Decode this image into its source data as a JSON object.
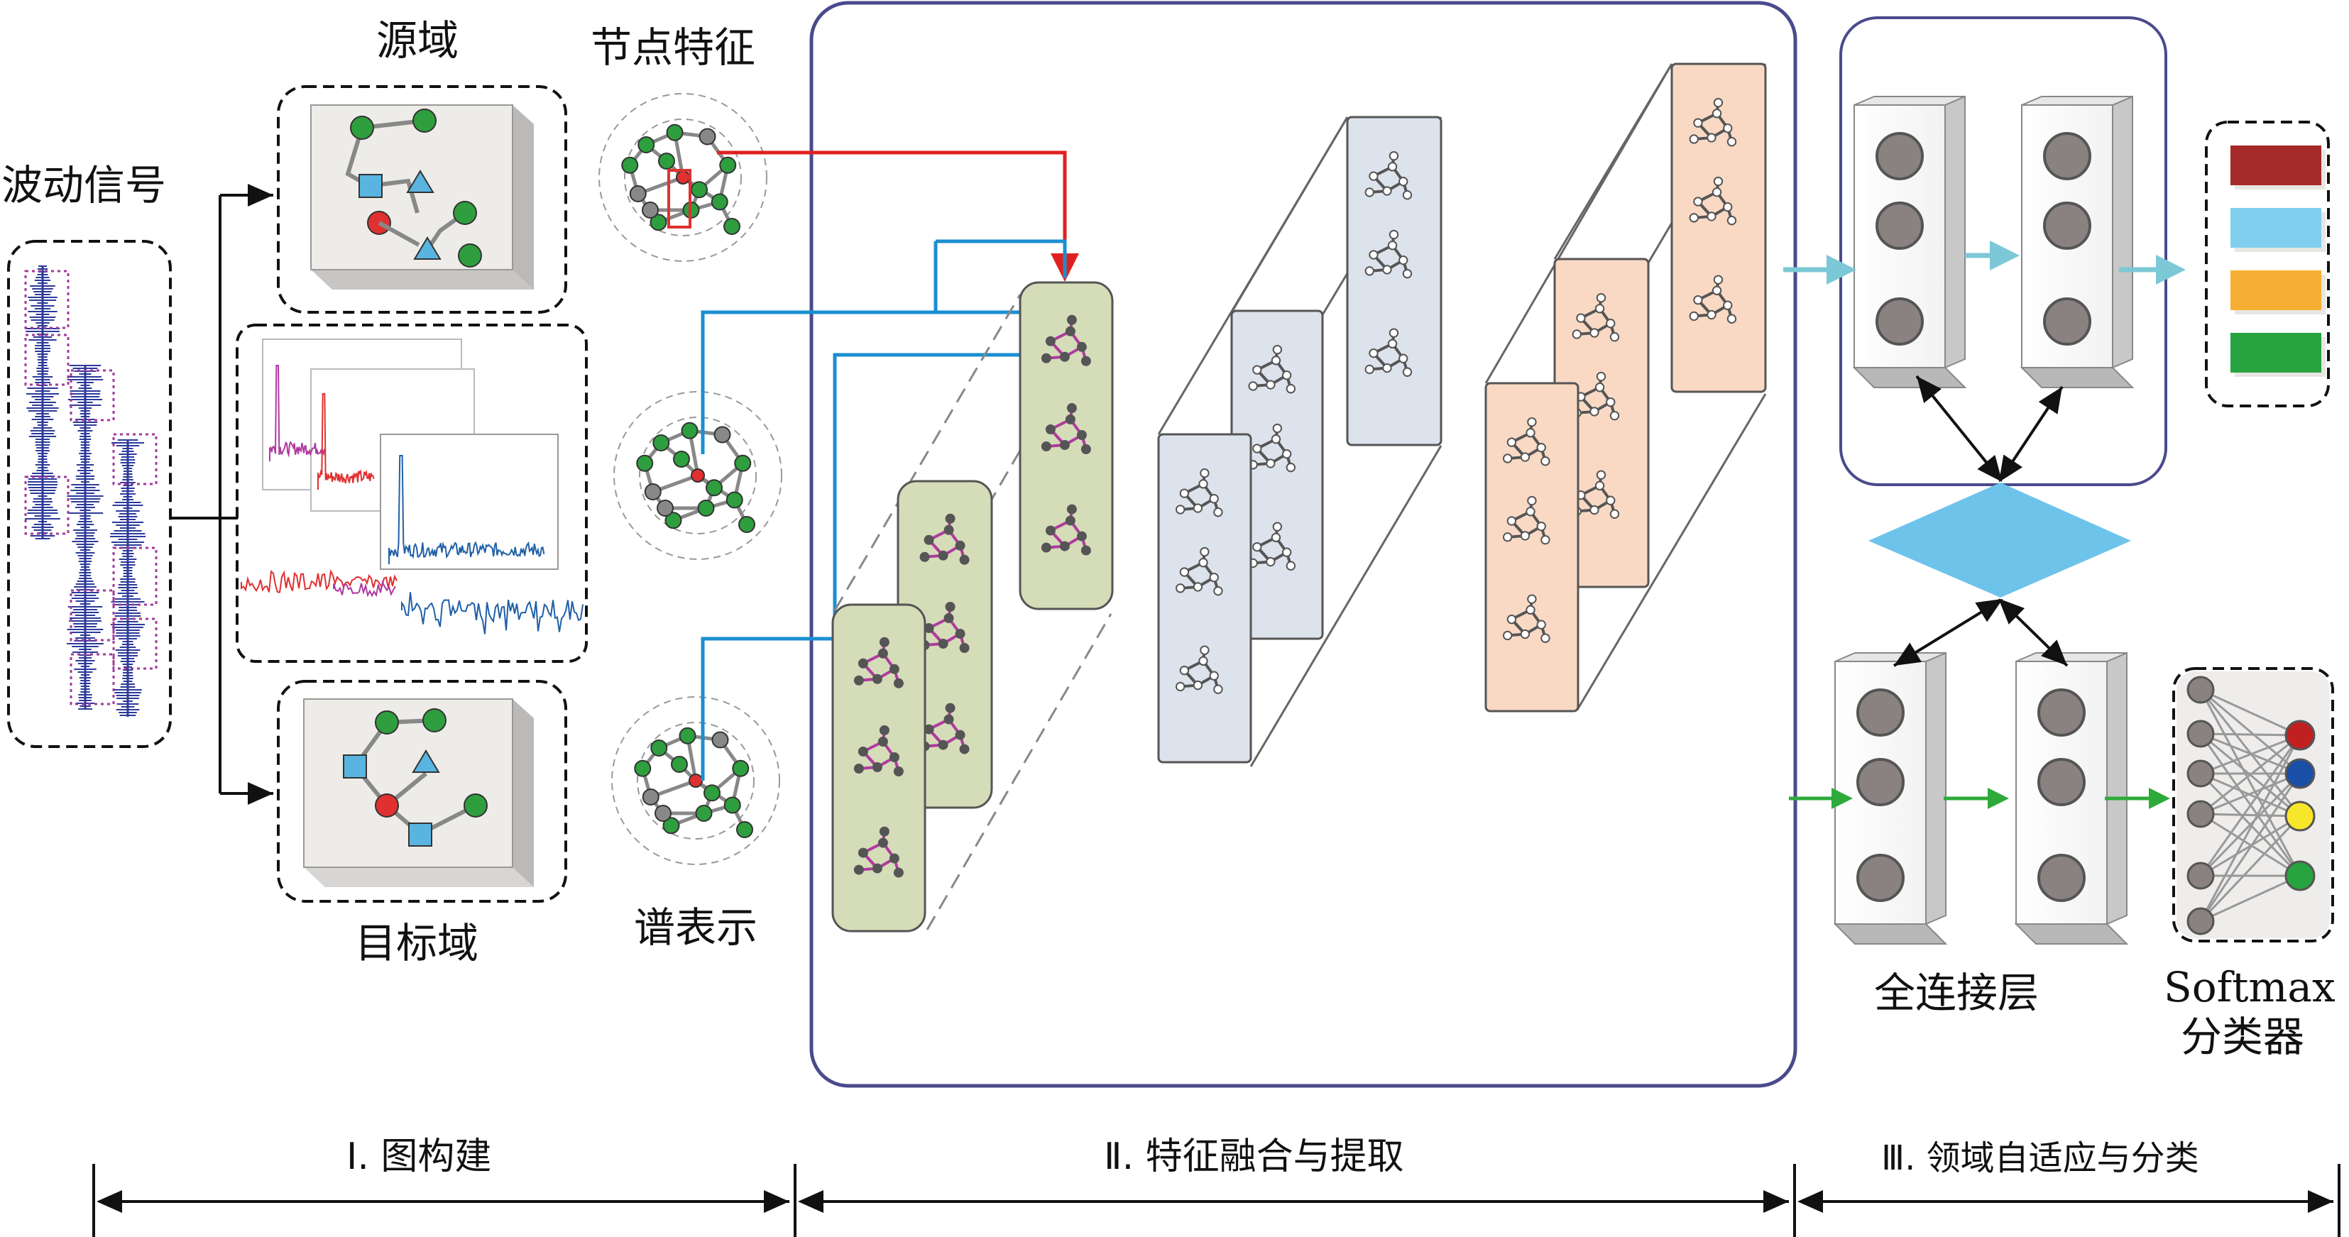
{
  "labels": {
    "wave_signal": "波动信号",
    "source_domain": "源域",
    "target_domain": "目标域",
    "node_feature": "节点特征",
    "spectral_repr": "谱表示",
    "fc_layer": "全连接层",
    "softmax_line1": "Softmax",
    "softmax_line2": "分类器"
  },
  "sections": [
    {
      "label": "Ⅰ. 图构建"
    },
    {
      "label": "Ⅱ. 特征融合与提取"
    },
    {
      "label": "Ⅲ. 领域自适应与分类"
    }
  ],
  "colors": {
    "frame": "#4a4a8c",
    "red_arrow": "#e02020",
    "blue_arrow": "#1a8fd0",
    "node_green": "#2e9e3e",
    "node_red": "#e03030",
    "shape_blue": "#5ab4e0",
    "green_block": "#d5dcb8",
    "gray_block": "#dde3ec",
    "peach_block": "#f9d9c4",
    "diamond": "#6ec3ea",
    "arrow_teal": "#7cc8d6",
    "arrow_green": "#2eaa3a",
    "out_red": "#a62a2a",
    "out_blue": "#80cfee",
    "out_orange": "#f6ae32",
    "out_green": "#27a43f",
    "wave": "#2c3a9a",
    "dot_frame": "#a03a9a",
    "spec_magenta": "#b03aa0",
    "spec_red": "#e03030",
    "spec_blue": "#2060a8"
  },
  "output_classes": [
    "red",
    "blue",
    "orange",
    "green"
  ],
  "softmax_outputs": [
    "red",
    "blue",
    "yellow",
    "green"
  ]
}
